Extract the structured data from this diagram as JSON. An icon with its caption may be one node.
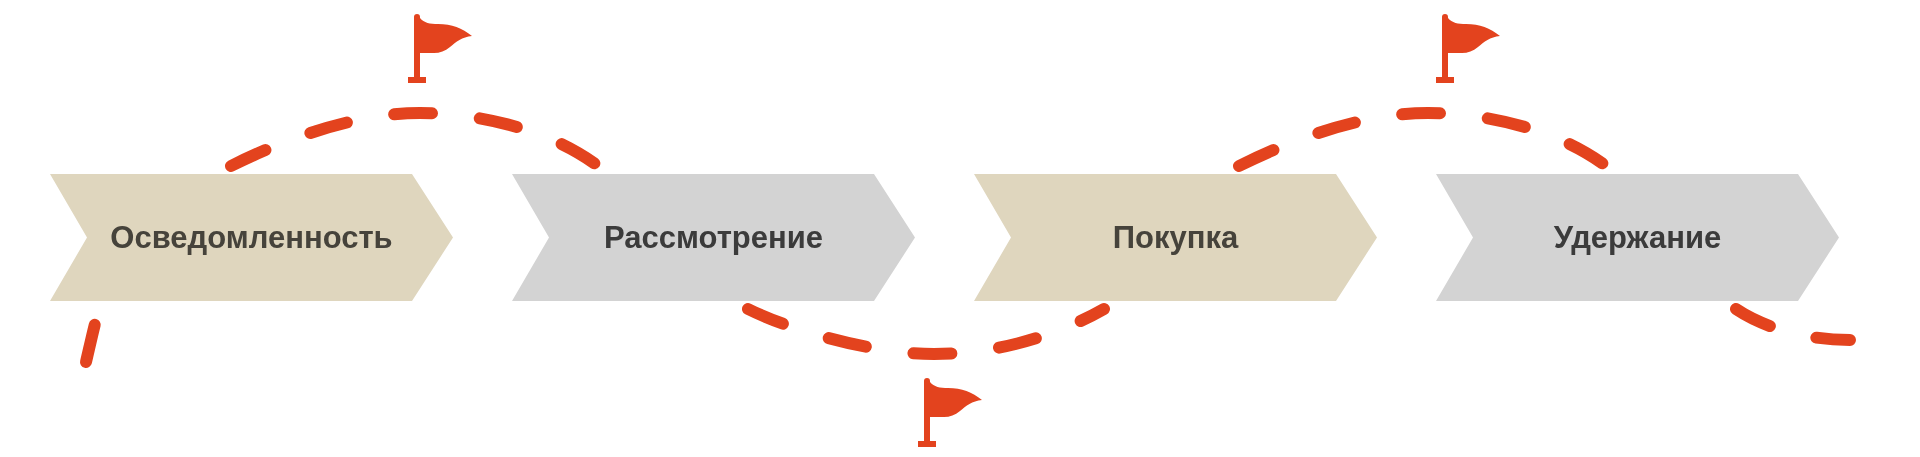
{
  "diagram": {
    "nodes": [
      {
        "text": [
          "Осведомленность"
        ]
      },
      {
        "text": [
          "Рассмотрение"
        ]
      },
      {
        "text": [
          "Покупка"
        ]
      },
      {
        "text": [
          "Удержание"
        ]
      }
    ],
    "edges": [
      {
        "from": null,
        "to": 0,
        "arrow": "none",
        "style": "dashed",
        "color": "#e3431e"
      },
      {
        "from": 0,
        "to": 1,
        "arrow": "none",
        "style": "dashed",
        "color": "#e3431e"
      },
      {
        "from": 1,
        "to": 2,
        "arrow": "none",
        "style": "dashed",
        "color": "#e3431e"
      },
      {
        "from": 2,
        "to": 3,
        "arrow": "none",
        "style": "dashed",
        "color": "#e3431e"
      },
      {
        "from": 3,
        "to": null,
        "arrow": "none",
        "style": "dashed",
        "color": "#e3431e"
      }
    ]
  }
}
